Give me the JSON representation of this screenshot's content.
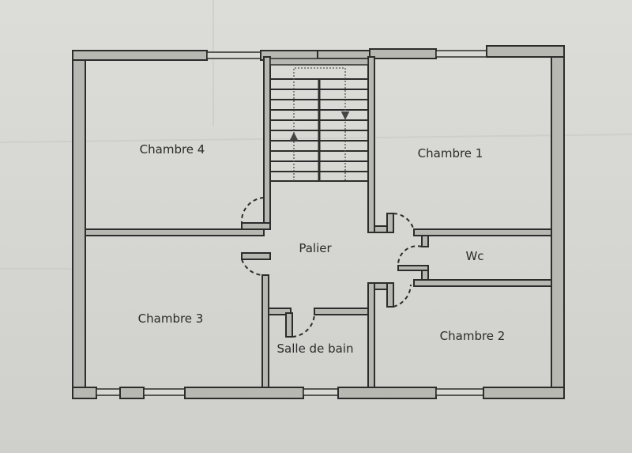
{
  "plan": {
    "type": "floor-plan",
    "colors": {
      "wall_fill": "#b8b8b2",
      "wall_line": "#2c2c2c",
      "paper": "#d8d8d4",
      "room_fill": "#dcdcd8"
    },
    "rooms": [
      {
        "id": "chambre-4",
        "label": "Chambre 4"
      },
      {
        "id": "chambre-1",
        "label": "Chambre 1"
      },
      {
        "id": "chambre-3",
        "label": "Chambre 3"
      },
      {
        "id": "chambre-2",
        "label": "Chambre 2"
      },
      {
        "id": "palier",
        "label": "Palier"
      },
      {
        "id": "wc",
        "label": "Wc"
      },
      {
        "id": "salle-de-bain",
        "label": "Salle de bain"
      }
    ],
    "stairs": {
      "up_arrow": "▲",
      "down_arrow": "▼"
    }
  }
}
